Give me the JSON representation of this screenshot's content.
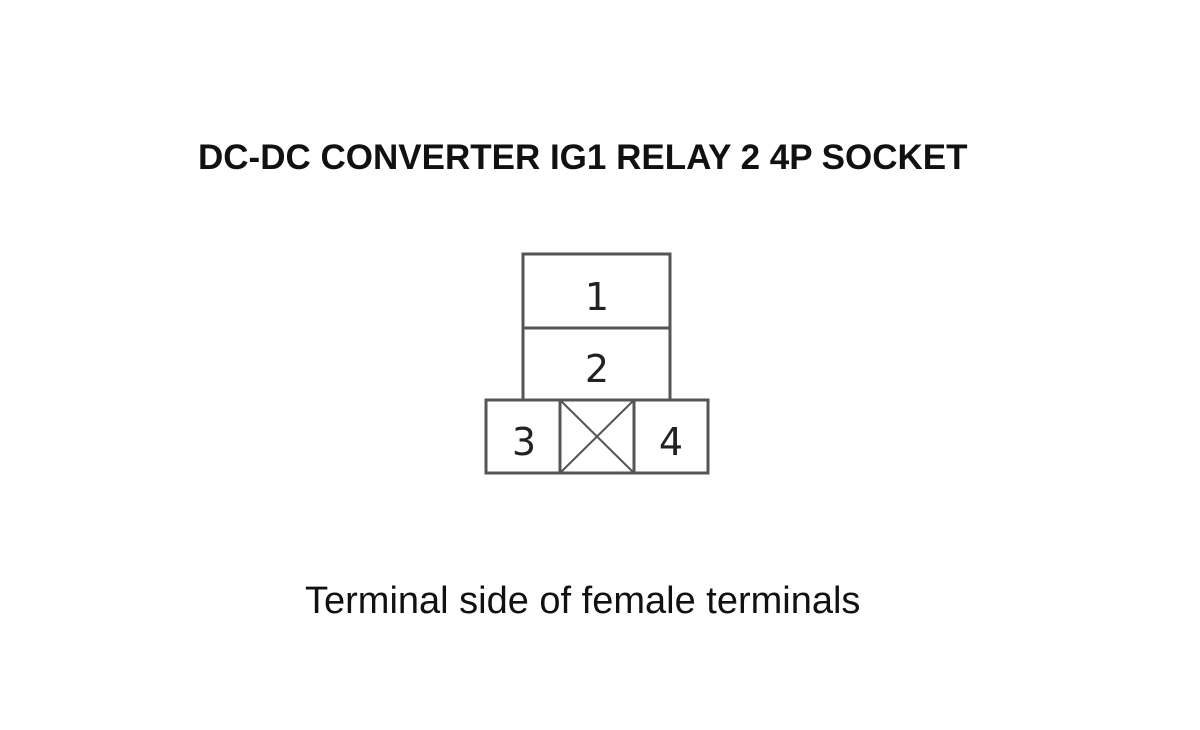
{
  "title": "DC-DC CONVERTER IG1 RELAY 2 4P SOCKET",
  "connector": {
    "terminals": [
      {
        "number": "1"
      },
      {
        "number": "2"
      },
      {
        "number": "3"
      },
      {
        "number": "4"
      }
    ],
    "blank_cavity": "crossed-out (unused) cavity between terminals 3 and 4"
  },
  "caption": "Terminal side of female terminals",
  "colors": {
    "line": "#555555",
    "text": "#111111",
    "background": "#ffffff"
  }
}
